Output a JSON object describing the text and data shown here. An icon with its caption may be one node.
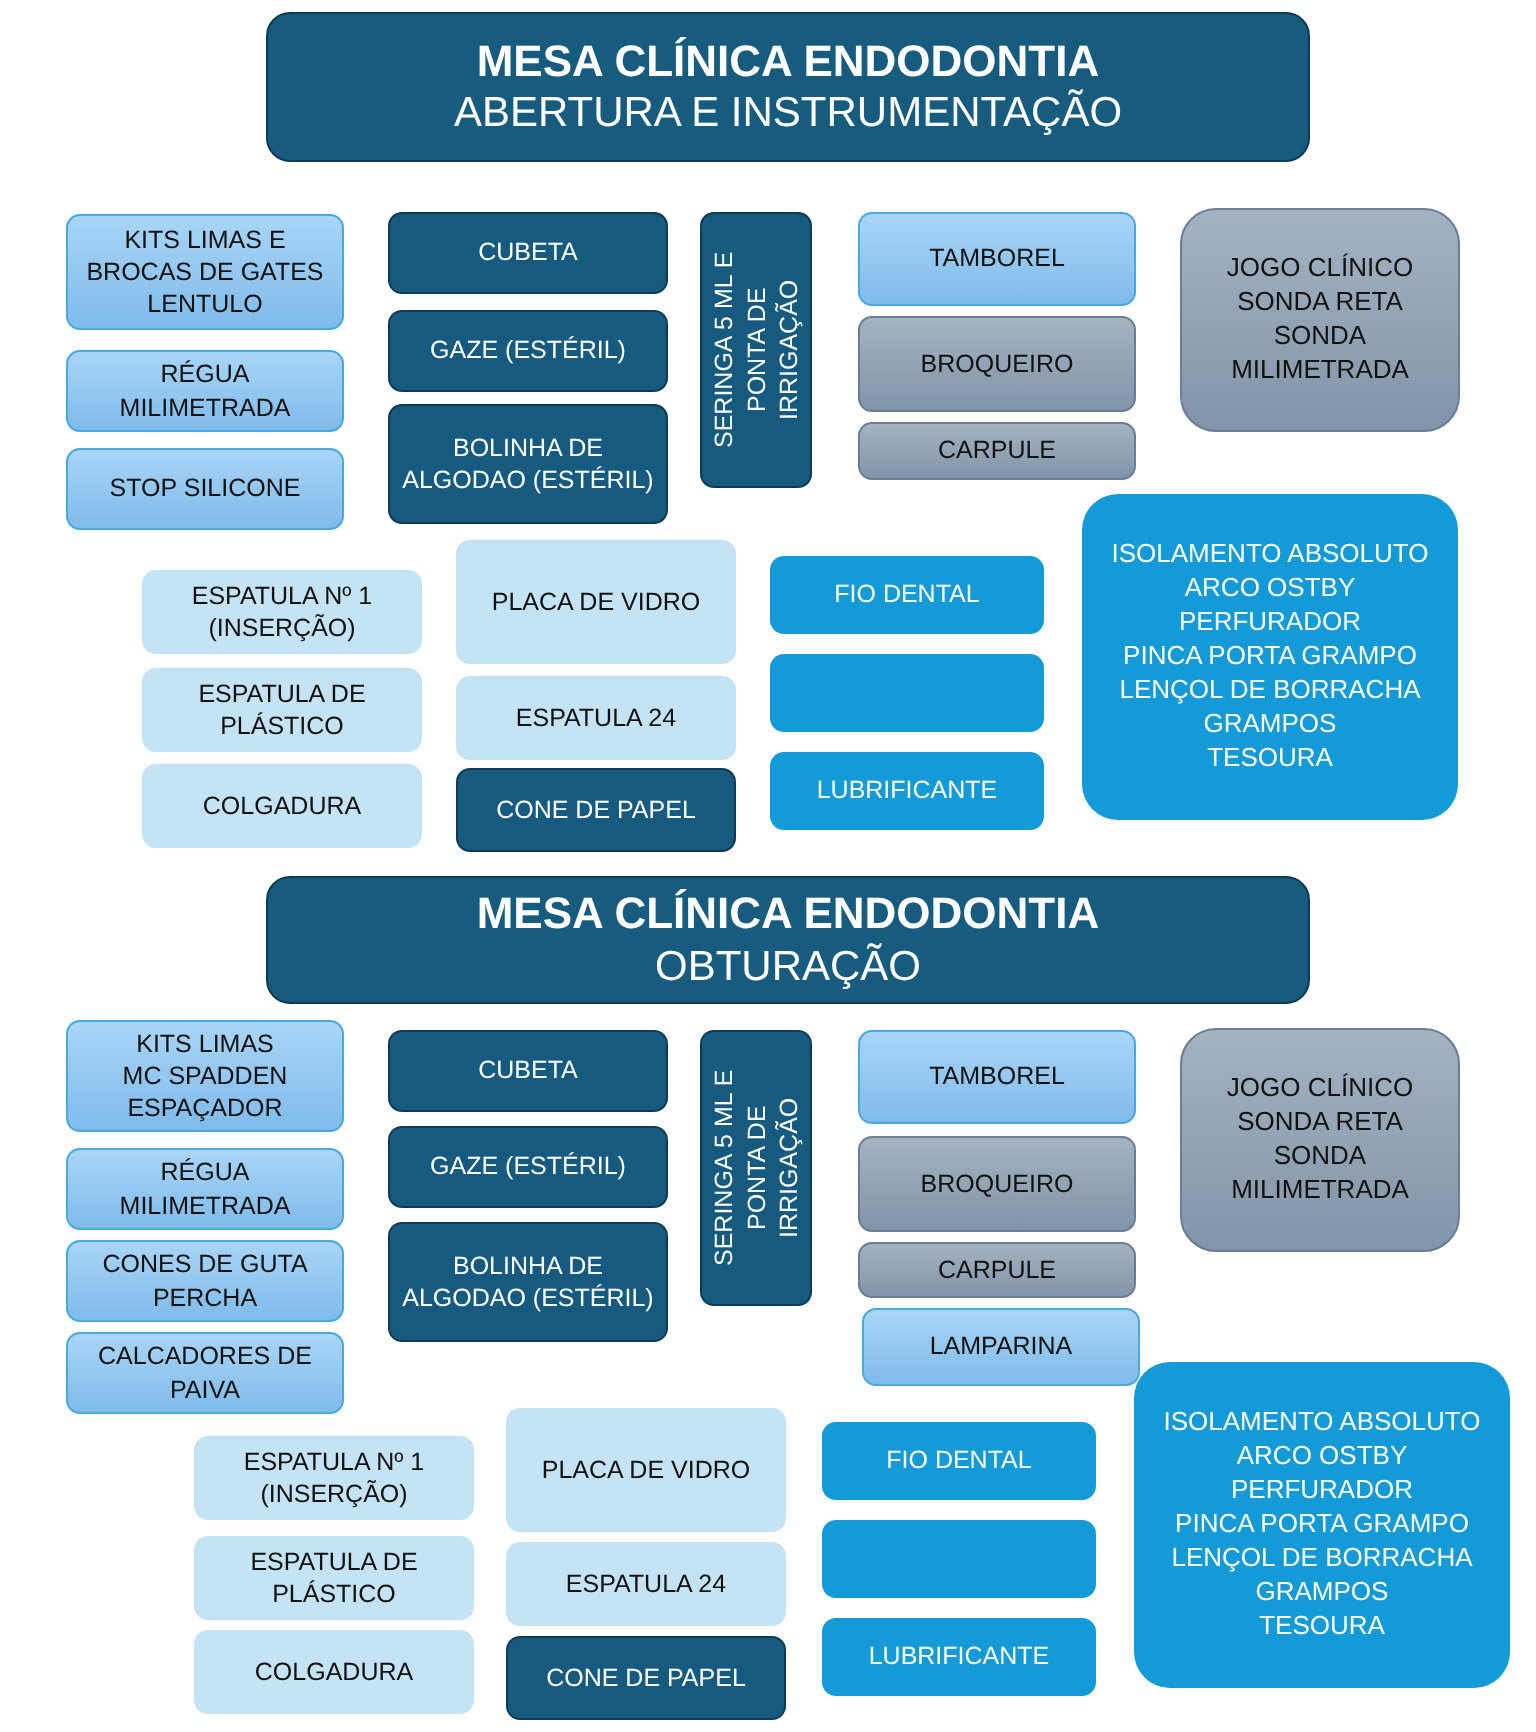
{
  "diagram": {
    "nodes": [
      {
        "text": [
          "MESA CLÍNICA ENDODONTIA",
          "ABERTURA E INSTRUMENTAÇÃO"
        ]
      },
      {
        "text": [
          "KITS LIMAS E BROCAS DE GATES",
          "LENTULO"
        ]
      },
      {
        "text": [
          "RÉGUA MILIMETRADA"
        ]
      },
      {
        "text": [
          "STOP SILICONE"
        ]
      },
      {
        "text": [
          "CUBETA"
        ]
      },
      {
        "text": [
          "GAZE (ESTÉRIL)"
        ]
      },
      {
        "text": [
          "BOLINHA DE ALGODAO (ESTÉRIL)"
        ]
      },
      {
        "text": [
          "SERINGA 5 ML E PONTA DE IRRIGAÇÃO"
        ]
      },
      {
        "text": [
          "TAMBOREL"
        ]
      },
      {
        "text": [
          "BROQUEIRO"
        ]
      },
      {
        "text": [
          "CARPULE"
        ]
      },
      {
        "text": [
          "JOGO CLÍNICO",
          "SONDA RETA",
          "SONDA MILIMETRADA"
        ]
      },
      {
        "text": [
          "ESPATULA Nº 1 (INSERÇÃO)"
        ]
      },
      {
        "text": [
          "ESPATULA DE PLÁSTICO"
        ]
      },
      {
        "text": [
          "COLGADURA"
        ]
      },
      {
        "text": [
          "PLACA DE VIDRO"
        ]
      },
      {
        "text": [
          "ESPATULA 24"
        ]
      },
      {
        "text": [
          "CONE DE PAPEL"
        ]
      },
      {
        "text": [
          "FIO DENTAL"
        ]
      },
      {
        "text": [],
        "shape": "box"
      },
      {
        "text": [
          "LUBRIFICANTE"
        ]
      },
      {
        "text": [
          "ISOLAMENTO ABSOLUTO",
          "ARCO OSTBY",
          "PERFURADOR",
          "PINCA PORTA GRAMPO",
          "LENÇOL DE BORRACHA",
          "GRAMPOS",
          "TESOURA"
        ]
      },
      {
        "text": [
          "MESA CLÍNICA ENDODONTIA",
          "OBTURAÇÃO"
        ]
      },
      {
        "text": [
          "KITS LIMAS",
          "MC SPADDEN",
          "ESPAÇADOR"
        ]
      },
      {
        "text": [
          "RÉGUA MILIMETRADA"
        ]
      },
      {
        "text": [
          "CONES DE GUTA PERCHA"
        ]
      },
      {
        "text": [
          "CALCADORES DE PAIVA"
        ]
      },
      {
        "text": [
          "CUBETA"
        ]
      },
      {
        "text": [
          "GAZE (ESTÉRIL)"
        ]
      },
      {
        "text": [
          "BOLINHA DE ALGODAO (ESTÉRIL)"
        ]
      },
      {
        "text": [
          "SERINGA 5 ML E PONTA DE IRRIGAÇÃO"
        ]
      },
      {
        "text": [
          "TAMBOREL"
        ]
      },
      {
        "text": [
          "BROQUEIRO"
        ]
      },
      {
        "text": [
          "CARPULE"
        ]
      },
      {
        "text": [
          "LAMPARINA"
        ]
      },
      {
        "text": [
          "JOGO CLÍNICO",
          "SONDA RETA",
          "SONDA MILIMETRADA"
        ]
      },
      {
        "text": [
          "ESPATULA Nº 1 (INSERÇÃO)"
        ]
      },
      {
        "text": [
          "ESPATULA DE PLÁSTICO"
        ]
      },
      {
        "text": [
          "COLGADURA"
        ]
      },
      {
        "text": [
          "PLACA DE VIDRO"
        ]
      },
      {
        "text": [
          "ESPATULA 24"
        ]
      },
      {
        "text": [
          "CONE DE PAPEL"
        ]
      },
      {
        "text": [
          "FIO DENTAL"
        ]
      },
      {
        "text": [],
        "shape": "box"
      },
      {
        "text": [
          "LUBRIFICANTE"
        ]
      },
      {
        "text": [
          "ISOLAMENTO ABSOLUTO",
          "ARCO OSTBY",
          "PERFURADOR",
          "PINCA PORTA GRAMPO",
          "LENÇOL DE BORRACHA",
          "GRAMPOS",
          "TESOURA"
        ]
      }
    ]
  }
}
